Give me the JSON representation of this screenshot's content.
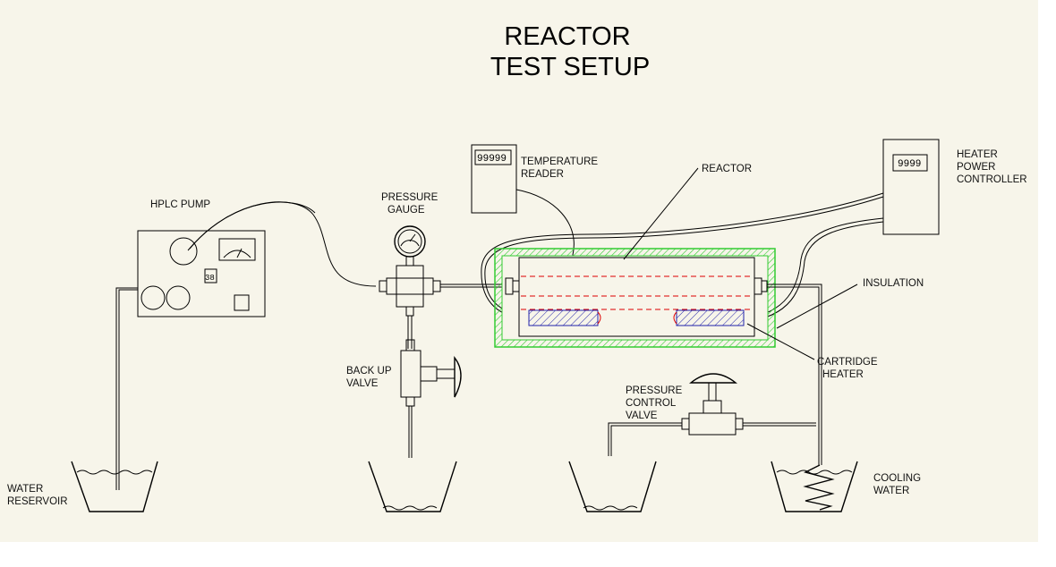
{
  "title": {
    "line1": "REACTOR",
    "line2": "TEST SETUP"
  },
  "labels": {
    "hplc_pump": "HPLC PUMP",
    "pressure_gauge_1": "PRESSURE",
    "pressure_gauge_2": "GAUGE",
    "temperature_reader_1": "TEMPERATURE",
    "temperature_reader_2": "READER",
    "reactor": "REACTOR",
    "heater_controller_1": "HEATER",
    "heater_controller_2": "POWER",
    "heater_controller_3": "CONTROLLER",
    "insulation": "INSULATION",
    "cartridge_heater_1": "CARTRIDGE",
    "cartridge_heater_2": "HEATER",
    "back_up_valve_1": "BACK UP",
    "back_up_valve_2": "VALVE",
    "pressure_control_valve_1": "PRESSURE",
    "pressure_control_valve_2": "CONTROL",
    "pressure_control_valve_3": "VALVE",
    "water_reservoir_1": "WATER",
    "water_reservoir_2": "RESERVOIR",
    "cooling_water_1": "COOLING",
    "cooling_water_2": "WATER"
  },
  "displays": {
    "temperature_reader": "99999",
    "heater_controller": "9999",
    "hplc_pump": "38"
  },
  "colors": {
    "background": "#f7f5ea",
    "line": "#000000",
    "insulation": "#33cc33",
    "heater_hatch": "#2222aa",
    "reactor_dash": "#dd0000"
  }
}
